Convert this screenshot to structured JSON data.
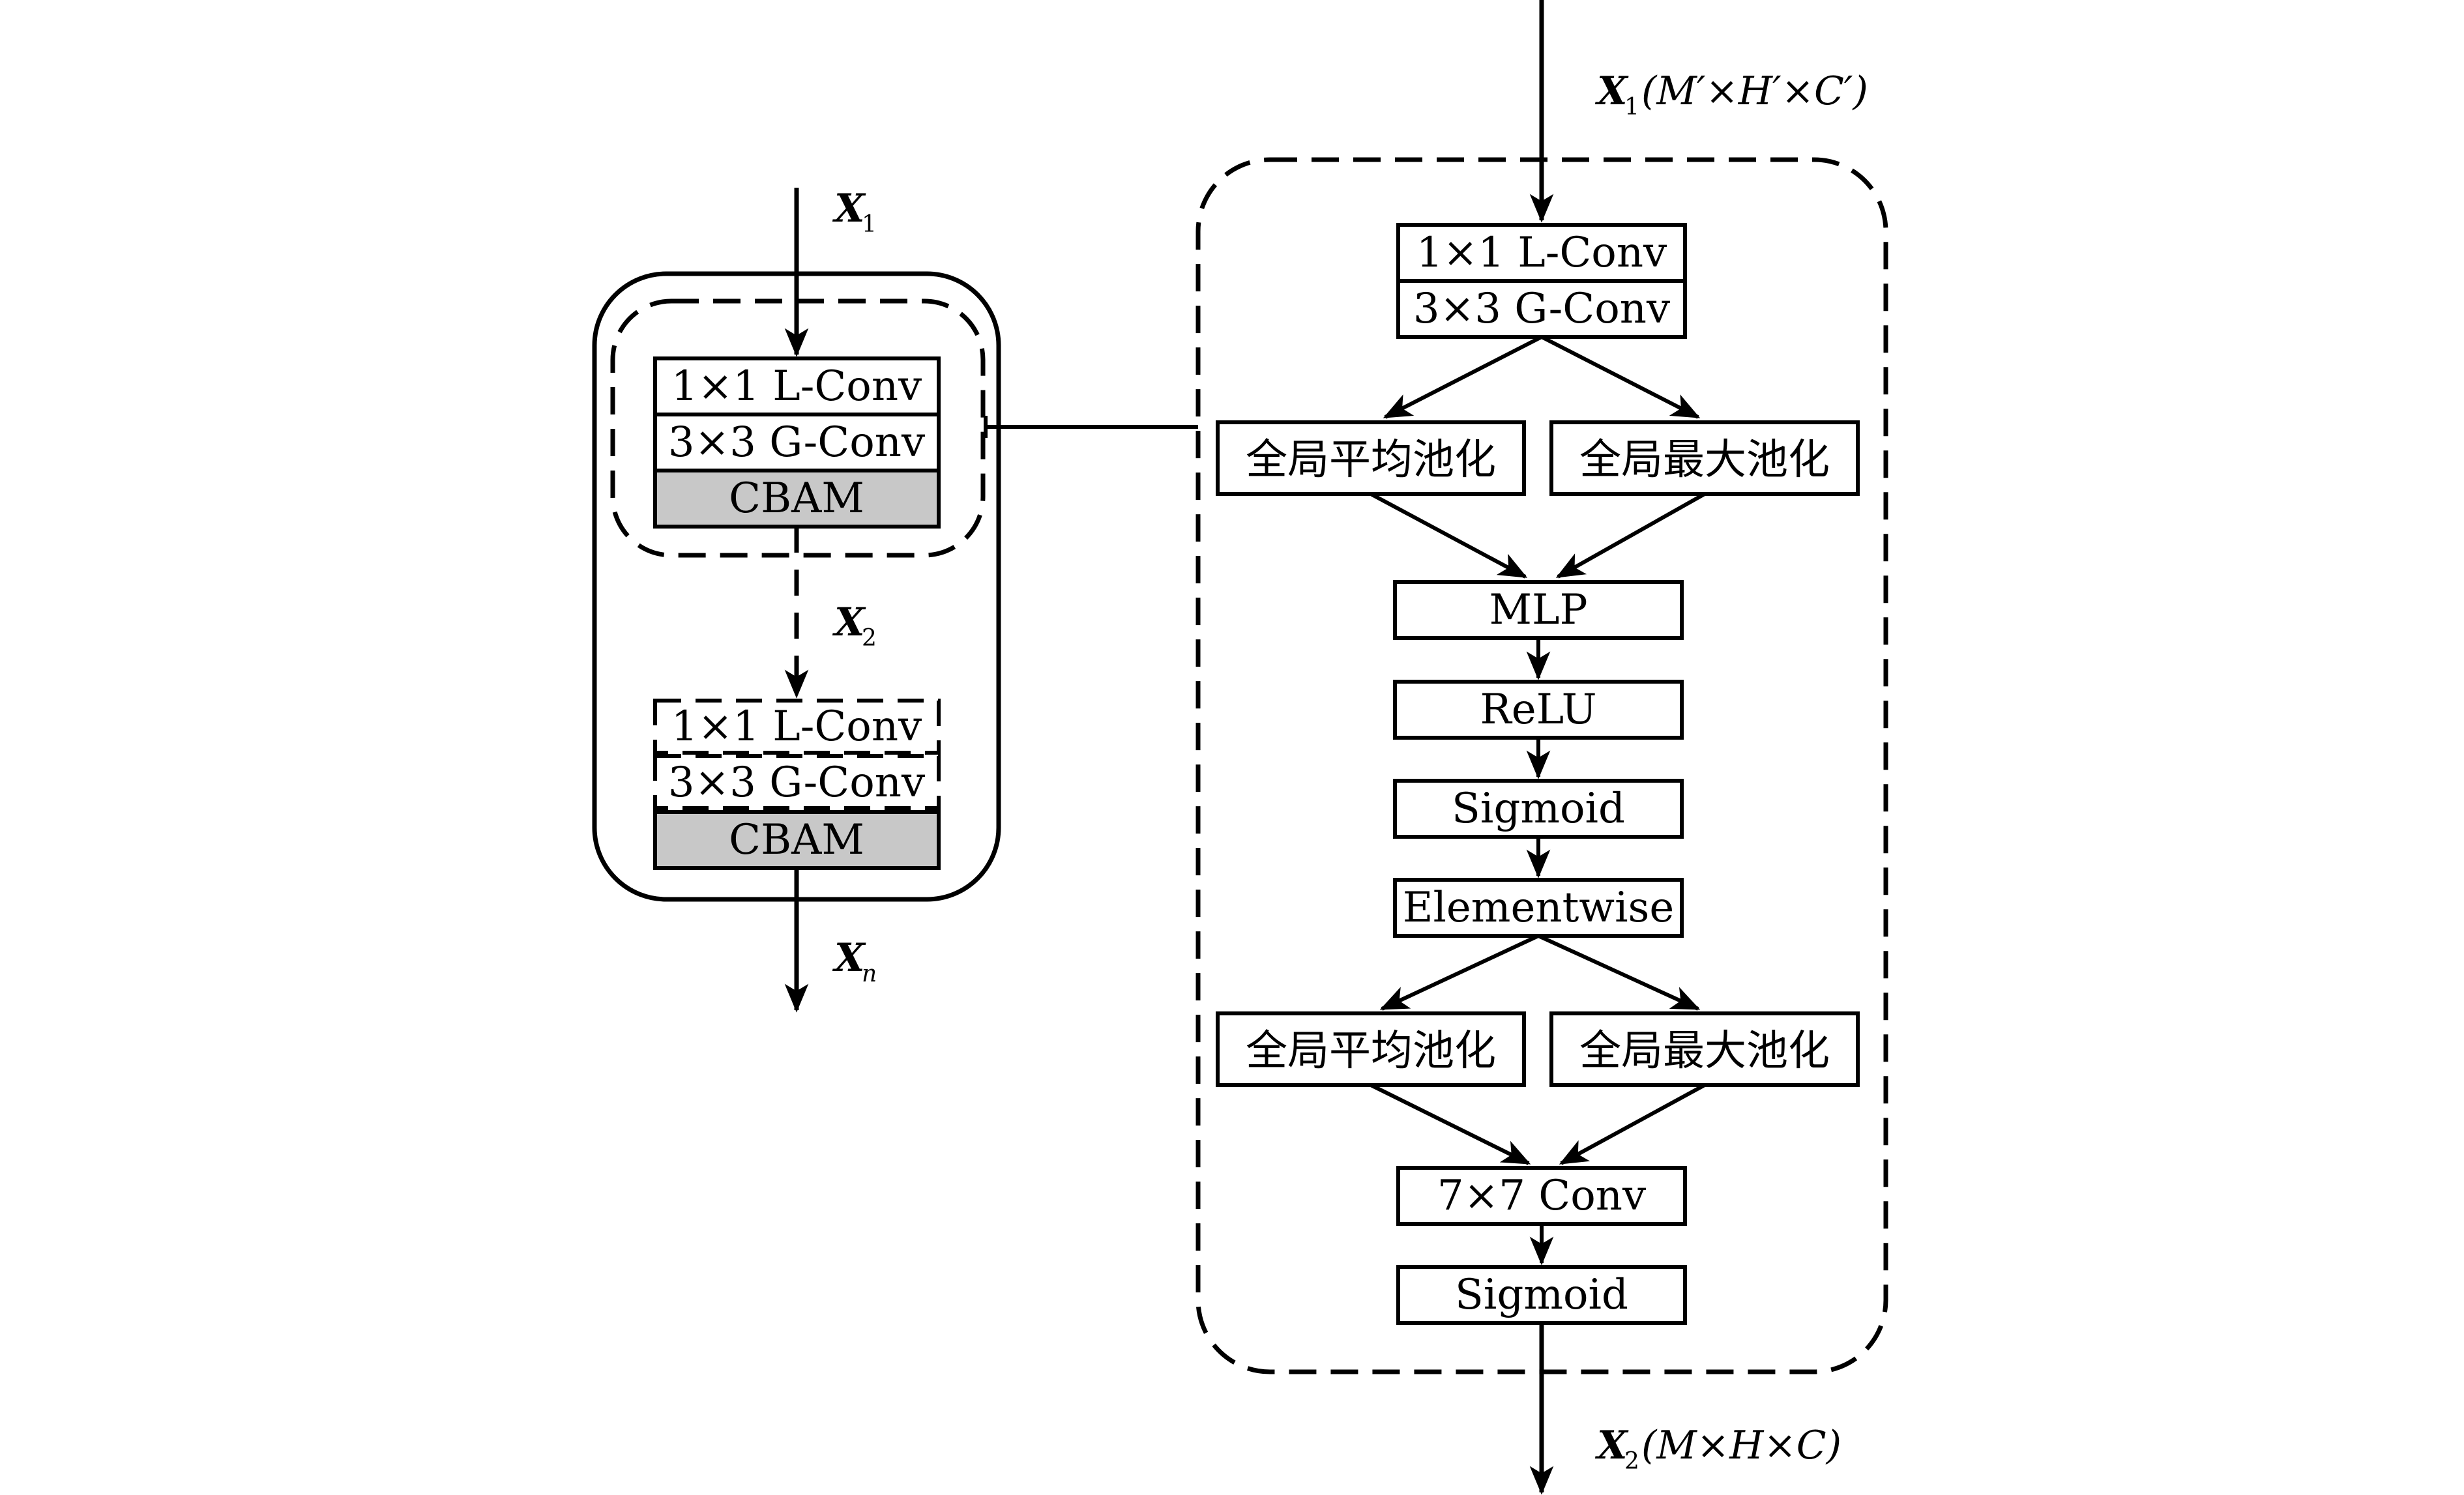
{
  "labels": {
    "x1_left": {
      "main": "X",
      "sub": "1"
    },
    "x2_left": {
      "main": "X",
      "sub": "2"
    },
    "xn_left": {
      "main": "X",
      "sub": "n"
    },
    "x1_right": {
      "main": "X",
      "sub": "1",
      "rest": "(M′×H′×C′)"
    },
    "x2_right": {
      "main": "X",
      "sub": "2",
      "rest": "(M×H×C)"
    }
  },
  "left_block": {
    "top_unit": {
      "conv1": "1×1 L-Conv",
      "conv3": "3×3 G-Conv",
      "cbam": "CBAM"
    },
    "bottom_unit": {
      "conv1": "1×1 L-Conv",
      "conv3": "3×3 G-Conv",
      "cbam": "CBAM"
    }
  },
  "cbam_detail": {
    "conv1": "1×1 L-Conv",
    "conv3": "3×3 G-Conv",
    "channel_avg_pool": "全局平均池化",
    "channel_max_pool": "全局最大池化",
    "mlp": "MLP",
    "relu": "ReLU",
    "sigmoid1": "Sigmoid",
    "elementwise": "Elementwise",
    "spatial_avg_pool": "全局平均池化",
    "spatial_max_pool": "全局最大池化",
    "conv7": "7×7 Conv",
    "sigmoid2": "Sigmoid"
  },
  "colors": {
    "line": "#000000",
    "cbam_fill": "#c8c8c8",
    "box_fill": "#ffffff"
  }
}
